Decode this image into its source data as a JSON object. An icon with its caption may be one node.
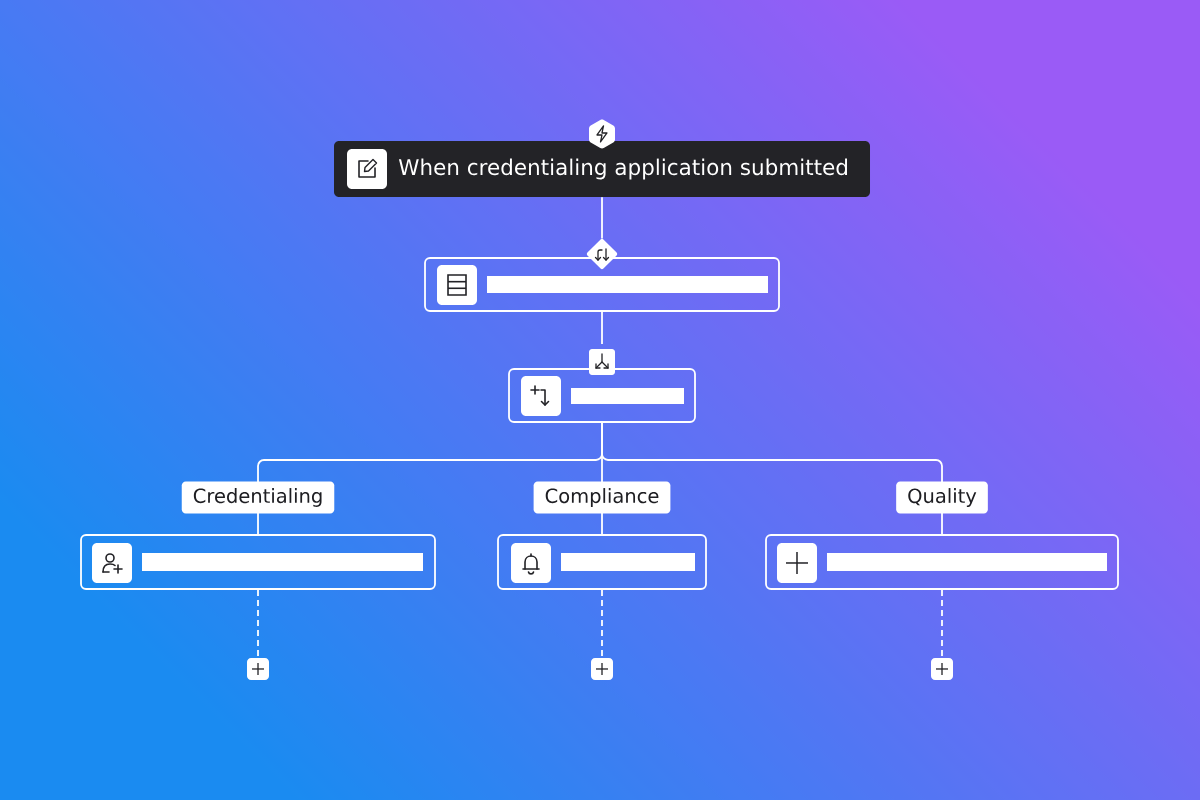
{
  "diagram": {
    "nodes": [
      {
        "text": [
          "When credentialing application submitted"
        ]
      },
      {
        "text": [],
        "shape": "box"
      },
      {
        "text": [],
        "shape": "box"
      },
      {
        "text": [],
        "shape": "box"
      },
      {
        "text": [],
        "shape": "box"
      },
      {
        "text": [],
        "shape": "box"
      },
      {
        "text": [],
        "shape": "box"
      },
      {
        "text": [],
        "shape": "box"
      },
      {
        "text": [],
        "shape": "box"
      }
    ],
    "edges": [
      {
        "from": 0,
        "to": 1,
        "arrow": "none"
      },
      {
        "from": 1,
        "to": 2,
        "arrow": "none"
      },
      {
        "from": 2,
        "to": 3,
        "arrow": "none",
        "label": "Credentialing"
      },
      {
        "from": 2,
        "to": 4,
        "arrow": "none",
        "label": "Compliance"
      },
      {
        "from": 2,
        "to": 5,
        "arrow": "none",
        "label": "Quality"
      },
      {
        "from": 3,
        "to": 6,
        "arrow": "none",
        "style": "dashed"
      },
      {
        "from": 4,
        "to": 7,
        "arrow": "none",
        "style": "dashed"
      },
      {
        "from": 5,
        "to": 8,
        "arrow": "none",
        "style": "dashed"
      }
    ]
  }
}
